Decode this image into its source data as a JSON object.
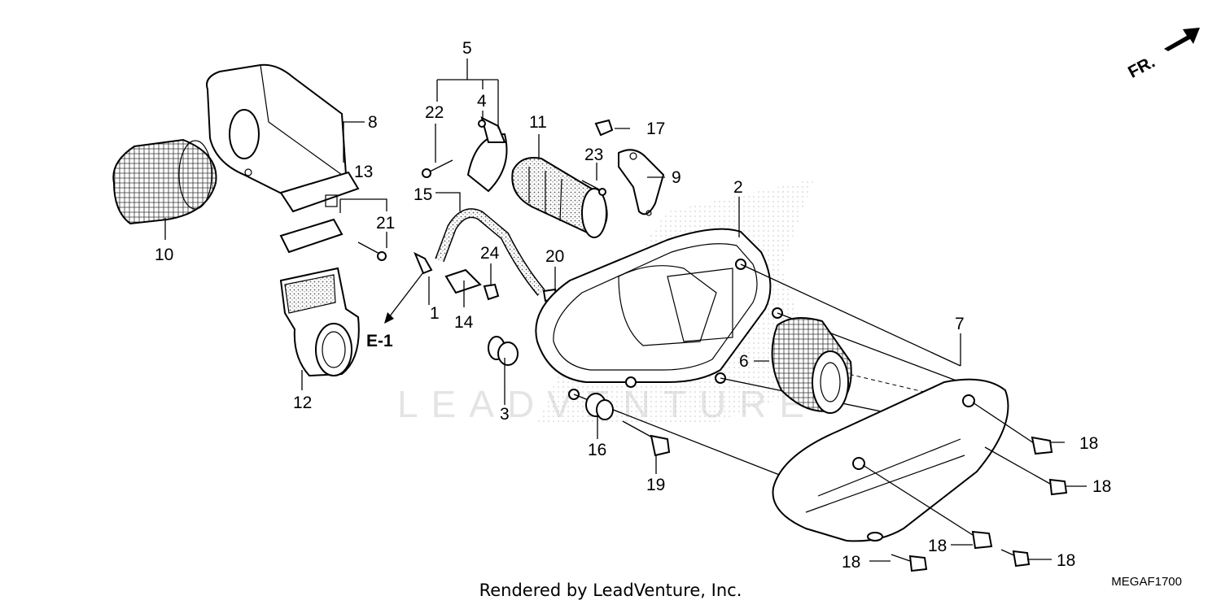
{
  "watermark": "LEADVENTURE",
  "direction_label": "FR.",
  "reference_label": "E-1",
  "diagram_code": "MEGAF1700",
  "footer": "Rendered by LeadVenture, Inc.",
  "callouts": [
    "1",
    "2",
    "3",
    "4",
    "5",
    "6",
    "7",
    "8",
    "9",
    "10",
    "11",
    "12",
    "13",
    "14",
    "15",
    "16",
    "17",
    "18",
    "19",
    "20",
    "21",
    "22",
    "23",
    "24"
  ],
  "callouts_18": [
    "18",
    "18",
    "18",
    "18",
    "18"
  ]
}
